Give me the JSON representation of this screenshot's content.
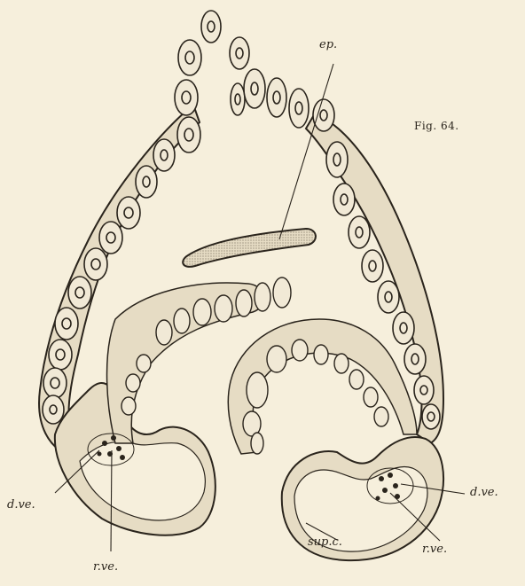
{
  "figure": {
    "caption": "Fig. 64."
  },
  "labels": {
    "ep": "ep.",
    "dve_left": "d.ve.",
    "rve_left": "r.ve.",
    "dve_right": "d.ve.",
    "rve_right": "r.ve.",
    "supc": "sup.c."
  },
  "colors": {
    "paper": "#f6efdc",
    "tissue": "#e6dcc4",
    "ink": "#2a241c",
    "cell_fill": "#f1e9d6"
  }
}
